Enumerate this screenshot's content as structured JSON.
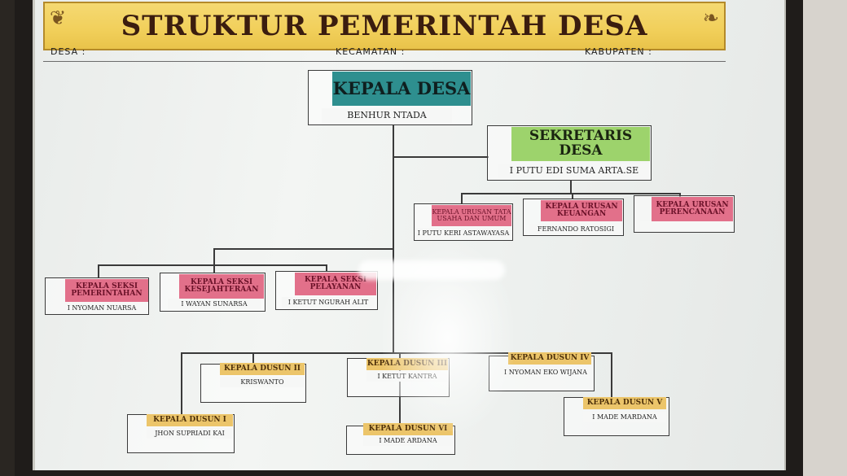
{
  "header": {
    "title": "STRUKTUR PEMERINTAH DESA",
    "desa_label": "DESA :",
    "kecamatan_label": "KECAMATAN :",
    "kabupaten_label": "KABUPATEN :"
  },
  "kepala_desa": {
    "title": "KEPALA DESA",
    "name": "BENHUR NTADA"
  },
  "sekretaris": {
    "title": "SEKRETARIS DESA",
    "name": "I PUTU EDI SUMA ARTA.SE"
  },
  "urusan": [
    {
      "title": "KEPALA URUSAN TATA USAHA DAN UMUM",
      "name": "I PUTU KERI ASTAWAYASA"
    },
    {
      "title": "KEPALA URUSAN KEUANGAN",
      "name": "FERNANDO RATOSIGI"
    },
    {
      "title": "KEPALA URUSAN PERENCANAAN",
      "name": ""
    }
  ],
  "seksi": [
    {
      "title": "KEPALA SEKSI PEMERINTAHAN",
      "name": "I NYOMAN NUARSA"
    },
    {
      "title": "KEPALA SEKSI KESEJAHTERAAN",
      "name": "I WAYAN SUNARSA"
    },
    {
      "title": "KEPALA SEKSI PELAYANAN",
      "name": "I KETUT NGURAH ALIT"
    }
  ],
  "dusun": [
    {
      "title": "KEPALA DUSUN I",
      "name": "JHON SUPRIADI KAI"
    },
    {
      "title": "KEPALA DUSUN II",
      "name": "KRISWANTO"
    },
    {
      "title": "KEPALA DUSUN III",
      "name": "I KETUT KANTRA"
    },
    {
      "title": "KEPALA DUSUN IV",
      "name": "I NYOMAN EKO WIJANA"
    },
    {
      "title": "KEPALA DUSUN V",
      "name": "I MADE MARDANA"
    },
    {
      "title": "KEPALA DUSUN VI",
      "name": "I MADE ARDANA"
    }
  ],
  "colors": {
    "kepala": "#2e8f8f",
    "sekretaris": "#9dd36c",
    "urusan": "#e2708a",
    "dusun": "#ecc56a",
    "banner": "#f1cf5a"
  }
}
